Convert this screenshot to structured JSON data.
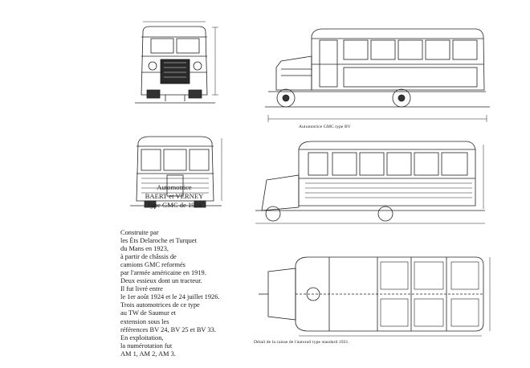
{
  "title": {
    "line1": "Automotrice",
    "line2": "BAERT et VERNEY",
    "line3": "Type GMC de 1924"
  },
  "description": {
    "lines": [
      "Construite par",
      "les Éts Delaroche et Turquet",
      "du Mans en 1923,",
      "à partir de châssis de",
      "camions GMC reformés",
      "par l'armée américaine en 1919.",
      "Deux essieux dont un tracteur.",
      "Il fut livré entre",
      "le 1er août 1924 et le 24 juillet 1926.",
      "Trois automotrices de ce type",
      "au TW de Saumur et",
      "extension sous les",
      "références BV 24, BV 25 et BV 33.",
      "En exploitation,",
      "la numérotation fut",
      "AM 1, AM 2, AM 3."
    ]
  },
  "captions": {
    "top_right": "Automotrice GMC type BV",
    "bottom_right": "Détail de la caisse de l'autorail type standard 1921."
  }
}
